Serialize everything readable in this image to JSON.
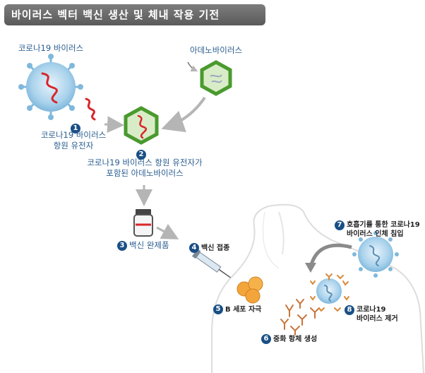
{
  "title": "바이러스 벡터 백신 생산 및 체내 작용 기전",
  "labels": {
    "covid_virus": "코로나19 바이러스",
    "adenovirus": "아데노바이러스",
    "antigen_gene_line1": "코로나19 바이러스",
    "antigen_gene_line2": "항원 유전자",
    "recombinant_line1": "코로나19 바이러스 항원 유전자가",
    "recombinant_line2": "포함된 아데노바이러스",
    "finished_vaccine": "백신 완제품",
    "vaccination": "백신 접종",
    "b_cell": "B 세포 자극",
    "antibody": "중화 항체 생성",
    "infection_line1": "호흡기를 통한 코로나19",
    "infection_line2": "바이러스 인체 침입",
    "removal_line1": "코로나19",
    "removal_line2": "바이러스 제거"
  },
  "steps": [
    "1",
    "2",
    "3",
    "4",
    "5",
    "6",
    "7",
    "8"
  ],
  "colors": {
    "virus_blue": "#7fb8dc",
    "rna_red": "#d8262b",
    "hex_green": "#4a9a2e",
    "step_navy": "#1a4f86",
    "label_blue": "#2a5d8f",
    "spike_orange": "#d98a3a"
  }
}
